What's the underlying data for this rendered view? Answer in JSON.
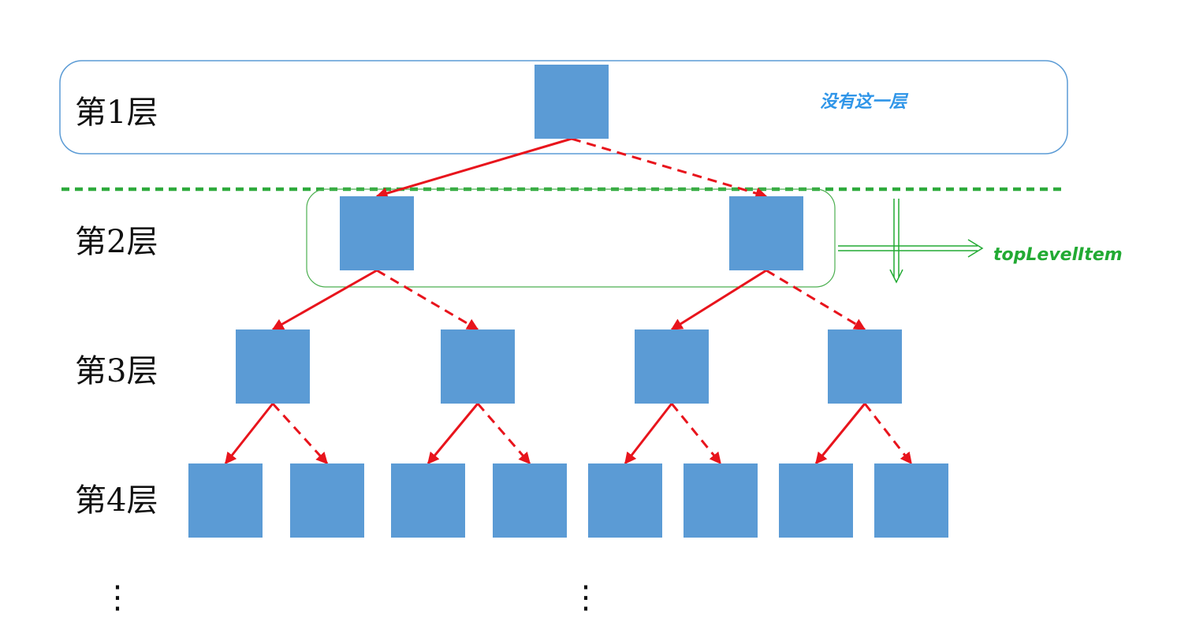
{
  "diagram": {
    "levels": [
      {
        "label": "第1层"
      },
      {
        "label": "第2层"
      },
      {
        "label": "第3层"
      },
      {
        "label": "第4层"
      }
    ],
    "level1_note": "没有这一层",
    "level2_note": "topLevelItem",
    "ellipsis": "⋮",
    "colors": {
      "node": "#5b9bd5",
      "arrow": "#e8141c",
      "level1_frame": "#5b9bd5",
      "level2_frame": "#4caf50",
      "divider": "#2eaa3c",
      "note_blue": "#2f95e8",
      "note_green": "#22aa33",
      "pointer": "#22aa33"
    }
  }
}
